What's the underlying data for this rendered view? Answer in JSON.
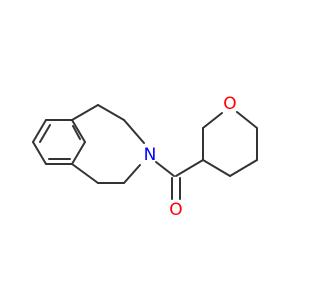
{
  "structure": {
    "atoms": [
      {
        "id": "ring-nitrogen",
        "element": "N",
        "label": "N",
        "color": "#0000ff"
      },
      {
        "id": "ring-oxygen",
        "element": "O",
        "label": "O",
        "color": "#ff0000"
      },
      {
        "id": "carbonyl-oxygen",
        "element": "O",
        "label": "O",
        "color": "#ff0000"
      }
    ],
    "bond_color": "#333333",
    "background": "#ffffff"
  }
}
